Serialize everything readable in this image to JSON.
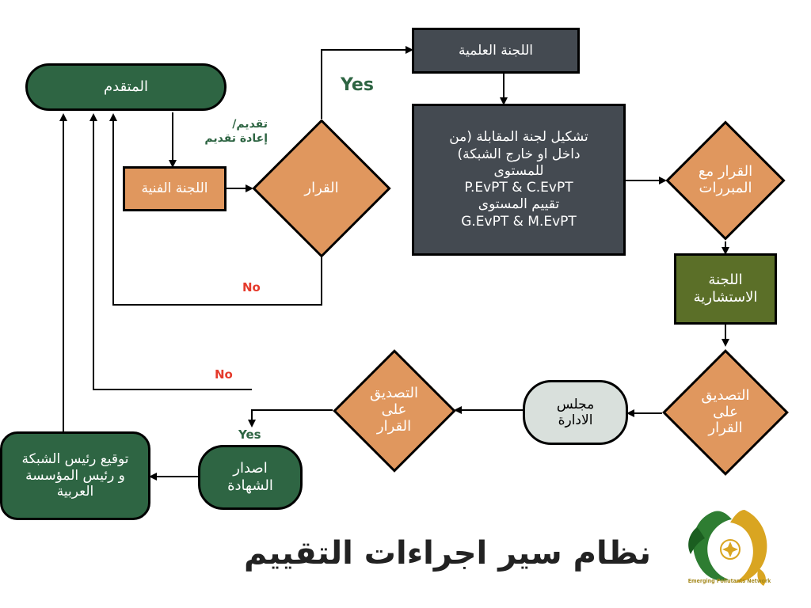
{
  "nodes": {
    "applicant": "المتقدم",
    "technical_committee": "اللجنة الفنية",
    "decision_1": "القرار",
    "scientific_committee": "اللجنة العلمية",
    "interview_committee": "تشكيل لجنة المقابلة (من\nداخل او خارج الشبكة)\nللمستوى\nP.EvPT & C.EvPT\nتقييم المستوى\nG.EvPT & M.EvPT",
    "decision_justified": "القرار مع\nالمبررات",
    "advisory_committee": "اللجنة\nالاستشارية",
    "approve_decision_1": "التصديق\nعلى\nالقرار",
    "board": "مجلس\nالادارة",
    "approve_decision_2": "التصديق\nعلى\nالقرار",
    "issue_certificate": "اصدار\nالشهادة",
    "signature": "توقيع رئيس الشبكة\nو رئيس المؤسسة\nالعربية"
  },
  "edge_labels": {
    "submit": "تقديم/\nإعادة تقديم",
    "yes_top": "Yes",
    "no_top": "No",
    "no_bottom": "No",
    "yes_bottom": "Yes"
  },
  "title": "نظام سير اجراءات التقييم",
  "logo": {
    "icon": "emerging-pollutants-network-logo",
    "caption": "Emerging Pollutants Network",
    "colors": {
      "green": "#2e7d32",
      "gold": "#d9a521",
      "dark_green": "#1b5e20"
    }
  },
  "colors": {
    "dark_box": "#444a51",
    "orange": "#e0975e",
    "green": "#2e6543",
    "olive": "#5b6f28",
    "grey": "#d9e0dc",
    "yes": "#2e6543",
    "no": "#e53b2c"
  }
}
